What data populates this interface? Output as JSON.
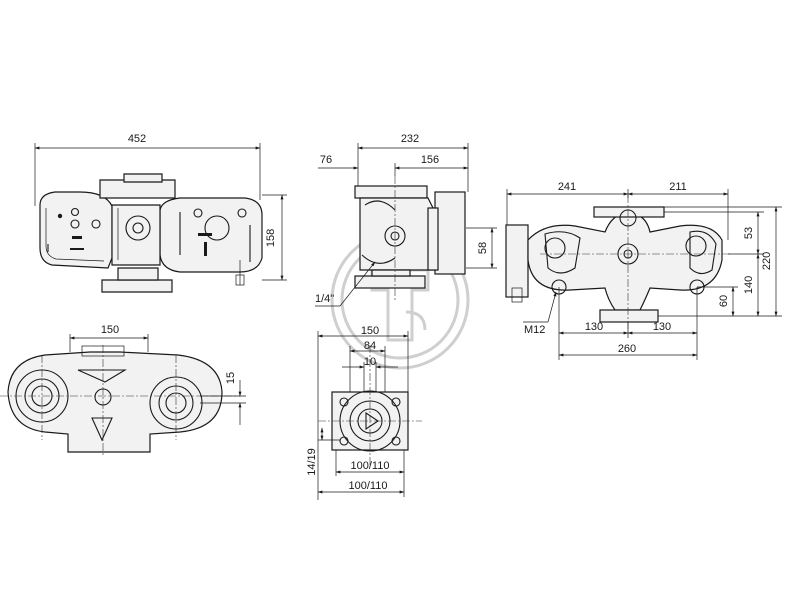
{
  "dimensions": {
    "front_width": "452",
    "front_height": "158",
    "bottom_offset": "150",
    "bottom_small": "15",
    "side_total": "232",
    "side_left": "76",
    "side_right": "156",
    "side_height": "58",
    "thread": "1/4\"",
    "inlet_150": "150",
    "inlet_84": "84",
    "inlet_10": "10",
    "slot": "14/19",
    "flange_inner": "100/110",
    "flange_outer": "100/110",
    "right_left": "241",
    "right_right": "211",
    "right_53": "53",
    "right_140": "140",
    "right_220": "220",
    "right_60": "60",
    "right_130a": "130",
    "right_130b": "130",
    "right_260": "260",
    "bolt": "M12"
  }
}
